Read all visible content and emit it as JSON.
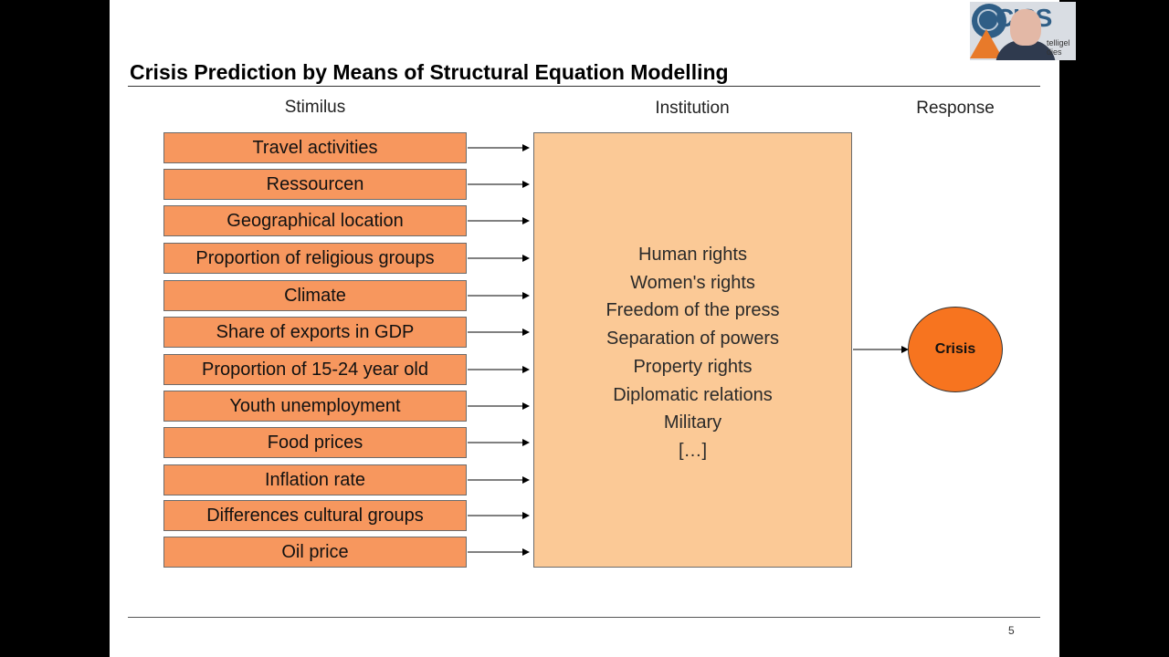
{
  "slide": {
    "title": "Crisis Prediction by Means of Structural Equation Modelling",
    "page_number": "5"
  },
  "columns": {
    "stimulus": "Stimilus",
    "institution": "Institution",
    "response": "Response"
  },
  "stimuli": [
    "Travel activities",
    "Ressourcen",
    "Geographical location",
    "Proportion of religious groups",
    "Climate",
    "Share of exports in GDP",
    "Proportion of 15-24 year old",
    "Youth unemployment",
    "Food prices",
    "Inflation rate",
    "Differences cultural groups",
    "Oil price"
  ],
  "institutions": [
    "Human rights",
    "Women's rights",
    "Freedom of the press",
    "Separation of powers",
    "Property rights",
    "Diplomatic relations",
    "Military",
    "[…]"
  ],
  "response": "Crisis",
  "colors": {
    "stimulus_fill": "#f7975e",
    "institution_fill": "#fbc996",
    "response_fill": "#f7741f"
  },
  "webcam": {
    "logo_text": "CISS",
    "logo_subtext": "telligel\ndies"
  }
}
